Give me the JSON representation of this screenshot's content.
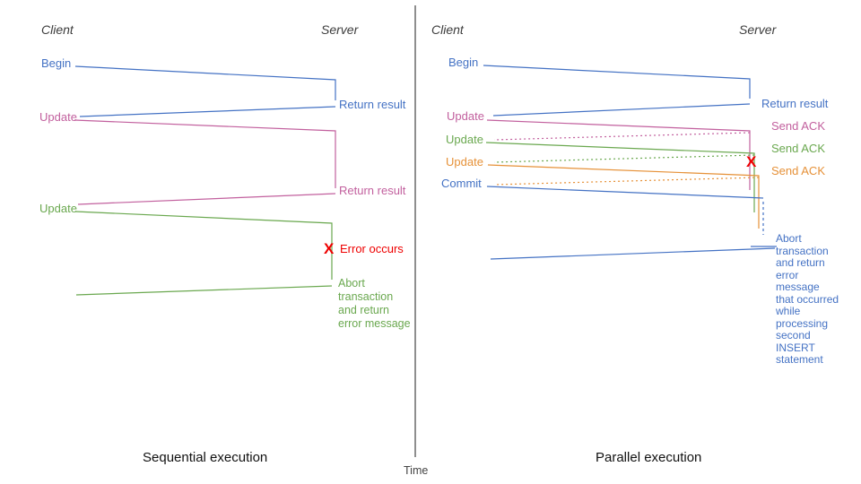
{
  "colors": {
    "blue": "#4472c4",
    "pink": "#c2609e",
    "green": "#6aa84f",
    "orange": "#e69138",
    "red": "#ee0000",
    "axis": "#444444",
    "heading": "#3d3d3d",
    "caption": "#111111"
  },
  "time_axis": {
    "label": "Time"
  },
  "left": {
    "title": "Sequential execution",
    "client_header": "Client",
    "server_header": "Server",
    "begin": "Begin",
    "begin_return": "Return result",
    "update1": "Update",
    "update1_return": "Return result",
    "update2": "Update",
    "error_mark": "X",
    "error_label": "Error occurs",
    "abort_message": "Abort\ntransaction\nand return\nerror message"
  },
  "right": {
    "title": "Parallel execution",
    "client_header": "Client",
    "server_header": "Server",
    "begin": "Begin",
    "begin_return": "Return result",
    "update1": "Update",
    "ack1": "Send ACK",
    "update2": "Update",
    "ack2": "Send ACK",
    "update3": "Update",
    "ack3": "Send ACK",
    "error_mark": "X",
    "commit": "Commit",
    "abort_message": "Abort\ntransaction\nand return\nerror\nmessage\nthat occurred\nwhile\nprocessing\nsecond\nINSERT\nstatement"
  }
}
